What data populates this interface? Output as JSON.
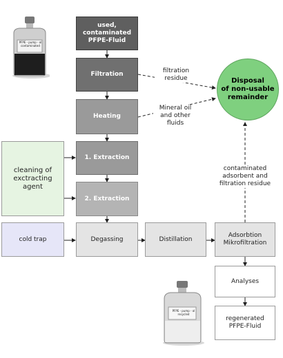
{
  "process": {
    "used_fluid": "used,\ncontaminated\nPFPE-Fluid",
    "filtration": "Filtration",
    "heating": "Heating",
    "extraction1": "1. Extraction",
    "extraction2": "2. Extraction",
    "degassing": "Degassing",
    "distillation": "Distillation",
    "adsorbtion": "Adsorbtion\nMikrofiltration",
    "analyses": "Analyses",
    "regenerated": "regenerated\nPFPE-Fluid"
  },
  "side": {
    "cleaning": "cleaning of\nexctracting\nagent",
    "cold_trap": "cold trap"
  },
  "disposal": "Disposal\nof non-usable\nremainder",
  "notes": {
    "filtration_residue": "filtration\nresidue",
    "mineral_oil": "Mineral oil\nand other\nfluids",
    "contaminated_adsorbent": "contaminated\nadsorbent and\nfiltration residue"
  },
  "bottles": {
    "top_label": "PFPE - pump - ol\ncontaminated",
    "bottom_label": "PFPE - pump - ol\nrecycled"
  },
  "colors": {
    "disposal": "#7fd07f",
    "cleaning": "#e6f4e2",
    "cold_trap": "#e6e6f8"
  }
}
